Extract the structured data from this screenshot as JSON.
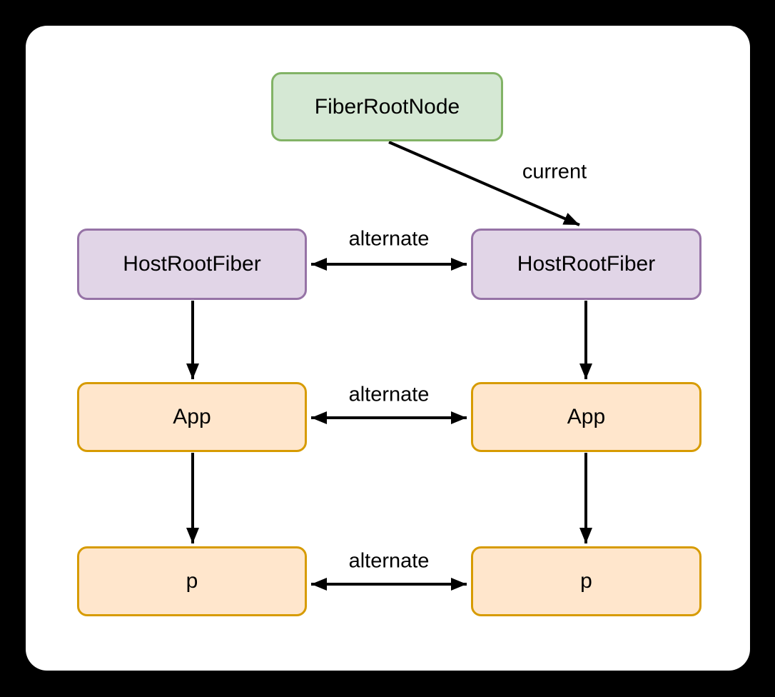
{
  "colors": {
    "canvas_bg": "#000000",
    "card_bg": "#ffffff",
    "green_fill": "#d5e8d4",
    "green_border": "#82b366",
    "purple_fill": "#e1d5e7",
    "purple_border": "#9673a6",
    "orange_fill": "#ffe6cc",
    "orange_border": "#d79b00",
    "arrow": "#000000",
    "text": "#000000"
  },
  "nodes": {
    "fiber_root": {
      "label": "FiberRootNode"
    },
    "host_root_left": {
      "label": "HostRootFiber"
    },
    "host_root_right": {
      "label": "HostRootFiber"
    },
    "app_left": {
      "label": "App"
    },
    "app_right": {
      "label": "App"
    },
    "p_left": {
      "label": "p"
    },
    "p_right": {
      "label": "p"
    }
  },
  "edge_labels": {
    "current": "current",
    "alternate_host": "alternate",
    "alternate_app": "alternate",
    "alternate_p": "alternate"
  }
}
